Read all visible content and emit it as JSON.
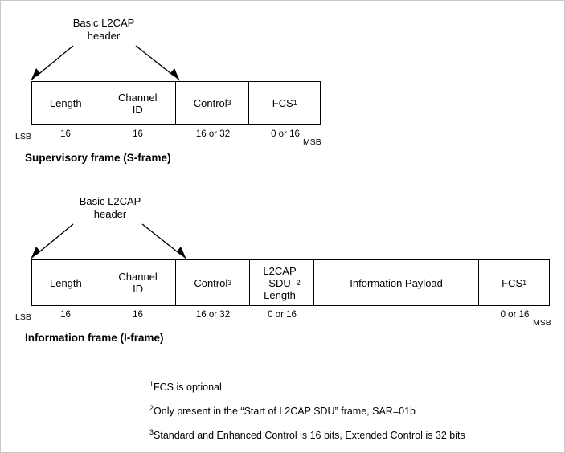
{
  "diagram": {
    "sframe": {
      "callout": "Basic L2CAP\nheader",
      "title": "Supervisory frame (S-frame)",
      "lsb_label": "LSB",
      "msb_label": "MSB",
      "cells": [
        {
          "name": "length",
          "text": "Length",
          "bits": "16"
        },
        {
          "name": "channel-id",
          "text": "Channel\nID",
          "bits": "16"
        },
        {
          "name": "control",
          "text": "Control",
          "sup": "3",
          "bits": "16 or 32"
        },
        {
          "name": "fcs",
          "text": "FCS",
          "sup": "1",
          "bits": "0 or 16"
        }
      ]
    },
    "iframe": {
      "callout": "Basic L2CAP\nheader",
      "title": "Information frame (I-frame)",
      "lsb_label": "LSB",
      "msb_label": "MSB",
      "cells": [
        {
          "name": "length",
          "text": "Length",
          "bits": "16"
        },
        {
          "name": "channel-id",
          "text": "Channel\nID",
          "bits": "16"
        },
        {
          "name": "control",
          "text": "Control",
          "sup": "3",
          "bits": "16 or 32"
        },
        {
          "name": "l2cap-sdu-length",
          "text": "L2CAP\nSDU\nLength",
          "sup": "2",
          "bits": "0 or 16"
        },
        {
          "name": "information-payload",
          "text": "Information Payload",
          "bits": ""
        },
        {
          "name": "fcs",
          "text": "FCS",
          "sup": "1",
          "bits": "0 or 16"
        }
      ]
    },
    "footnotes": [
      {
        "marker": "1",
        "text": "FCS is optional"
      },
      {
        "marker": "2",
        "text": "Only present in the “Start of L2CAP SDU” frame, SAR=01b"
      },
      {
        "marker": "3",
        "text": "Standard and Enhanced Control is 16 bits, Extended Control is 32 bits"
      }
    ]
  }
}
